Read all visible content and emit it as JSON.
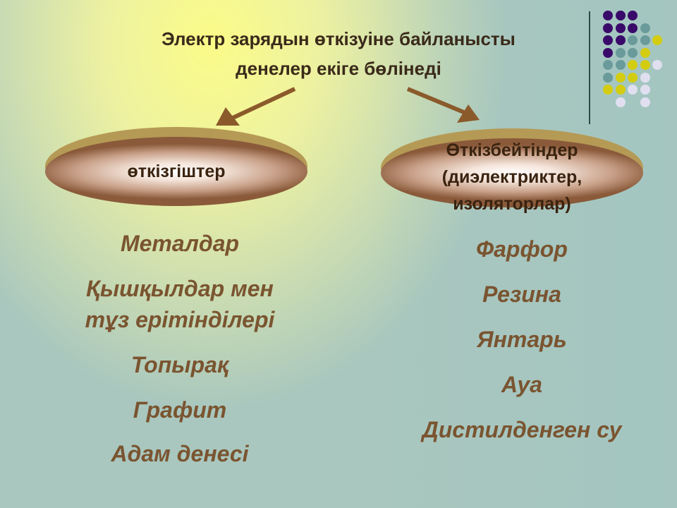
{
  "title": {
    "line1": "Электр зарядын өткізуіне байланысты",
    "line2": "денелер екігe бөлінеді"
  },
  "left": {
    "label": "өткізгіштер",
    "items": [
      "Металдар",
      "Қышқылдар мен",
      "тұз ерітінділері",
      "Топырақ",
      "Графит",
      "Адам денесі"
    ]
  },
  "right": {
    "label_lines": [
      "Өткізбейтіндер",
      "(диэлектриктер,",
      "изоляторлар)"
    ],
    "items": [
      "Фарфор",
      "Резина",
      "Янтарь",
      "Ауа",
      "Дистилденген су"
    ]
  },
  "colors": {
    "text": "#7a5430",
    "arrow": "#8b5a2b",
    "purple": "#3a0a6a",
    "teal": "#6a9a9a",
    "yellow": "#d4cc10",
    "lavender": "#e0dff0"
  }
}
